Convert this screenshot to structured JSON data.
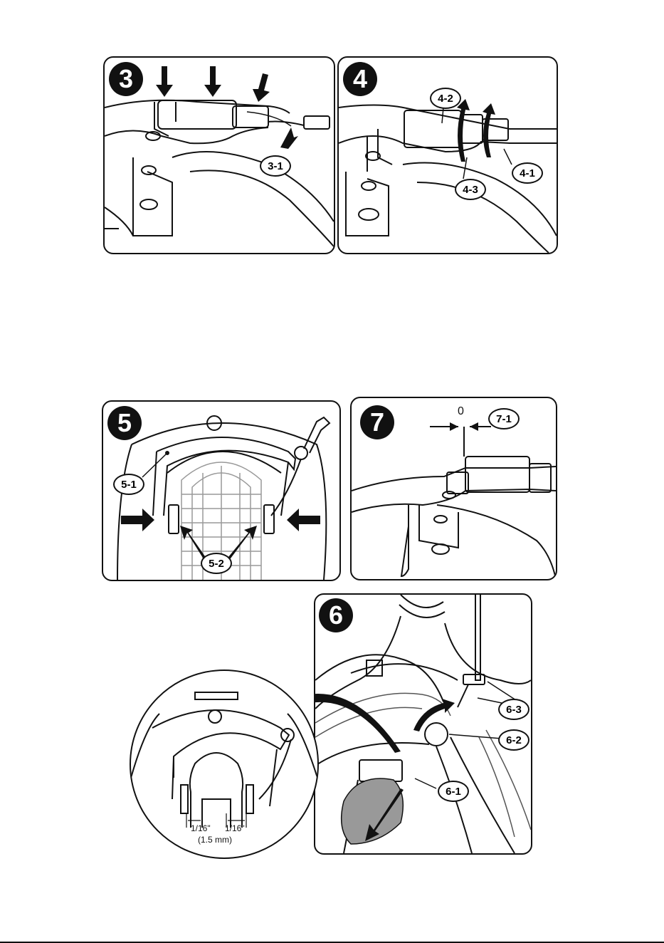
{
  "steps": {
    "s3": {
      "number": "3",
      "callouts": {
        "c1": "3-1"
      }
    },
    "s4": {
      "number": "4",
      "callouts": {
        "c1": "4-1",
        "c2": "4-2",
        "c3": "4-3"
      }
    },
    "s5": {
      "number": "5",
      "callouts": {
        "c1": "5-1",
        "c2": "5-2"
      }
    },
    "s6": {
      "number": "6",
      "callouts": {
        "c1": "6-1",
        "c2": "6-2",
        "c3": "6-3"
      }
    },
    "s7": {
      "number": "7",
      "callouts": {
        "c1": "7-1"
      },
      "gap_value": "0"
    }
  },
  "detail": {
    "gap_left": "1/16\"",
    "gap_right": "1/16\"",
    "gap_metric": "(1.5 mm)"
  }
}
